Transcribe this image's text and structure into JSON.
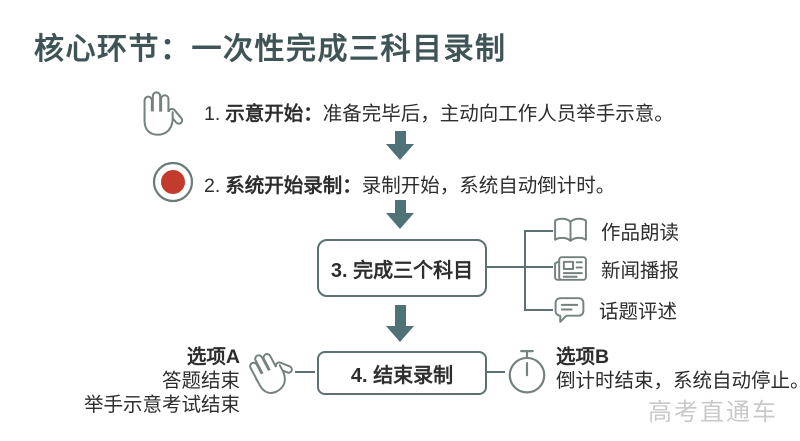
{
  "title": "核心环节：一次性完成三科目录制",
  "steps": {
    "s1": {
      "num": "1.",
      "label": "示意开始：",
      "desc": "准备完毕后，主动向工作人员举手示意。"
    },
    "s2": {
      "num": "2.",
      "label": "系统开始录制：",
      "desc": "录制开始，系统自动倒计时。"
    },
    "s3": {
      "label": "3. 完成三个科目"
    },
    "s4": {
      "label": "4. 结束录制"
    }
  },
  "subjects": [
    {
      "label": "作品朗读",
      "icon": "open-book-icon"
    },
    {
      "label": "新闻播报",
      "icon": "newspaper-icon"
    },
    {
      "label": "话题评述",
      "icon": "speech-bubble-icon"
    }
  ],
  "option_a": {
    "title": "选项A",
    "line1": "答题结束",
    "line2": "举手示意考试结束"
  },
  "option_b": {
    "title": "选项B",
    "desc": "倒计时结束，系统自动停止。"
  },
  "watermark": "高考直通车",
  "colors": {
    "title": "#3f5456",
    "arrow": "#4e7276",
    "line": "#5d7173",
    "icon_stroke": "#75817f",
    "record_red": "#c23b2d",
    "text": "#2d2d2d",
    "watermark": "#c9c9c9"
  }
}
